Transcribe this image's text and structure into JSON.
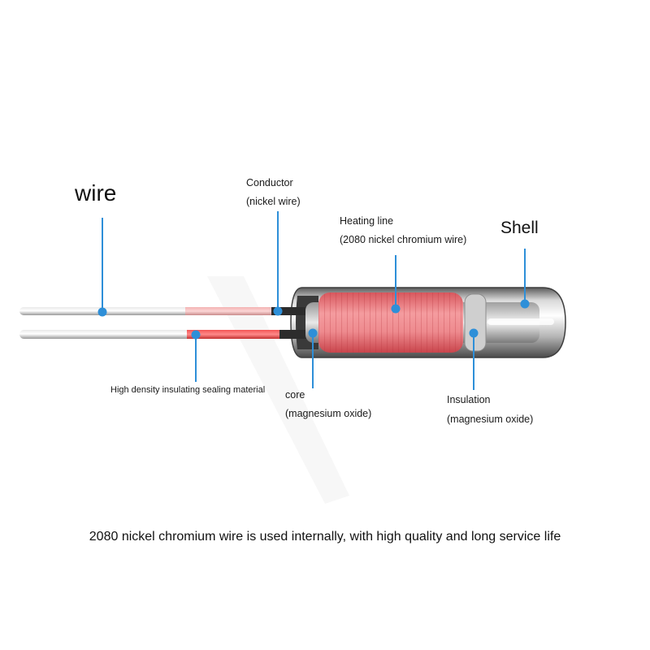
{
  "labels": {
    "wire": "wire",
    "conductor": "Conductor",
    "conductor_sub": "(nickel wire)",
    "heating_line": "Heating line",
    "heating_line_sub": "(2080 nickel chromium wire)",
    "shell": "Shell",
    "sealing": "High density insulating sealing material",
    "core": "core",
    "core_sub": "(magnesium oxide)",
    "insulation": "Insulation",
    "insulation_sub": "(magnesium oxide)"
  },
  "caption": "2080 nickel chromium wire is used internally, with high quality and long service life",
  "colors": {
    "pointer": "#2e8fd8",
    "coil": "#e87c80",
    "shell": "#8a8a8a"
  }
}
